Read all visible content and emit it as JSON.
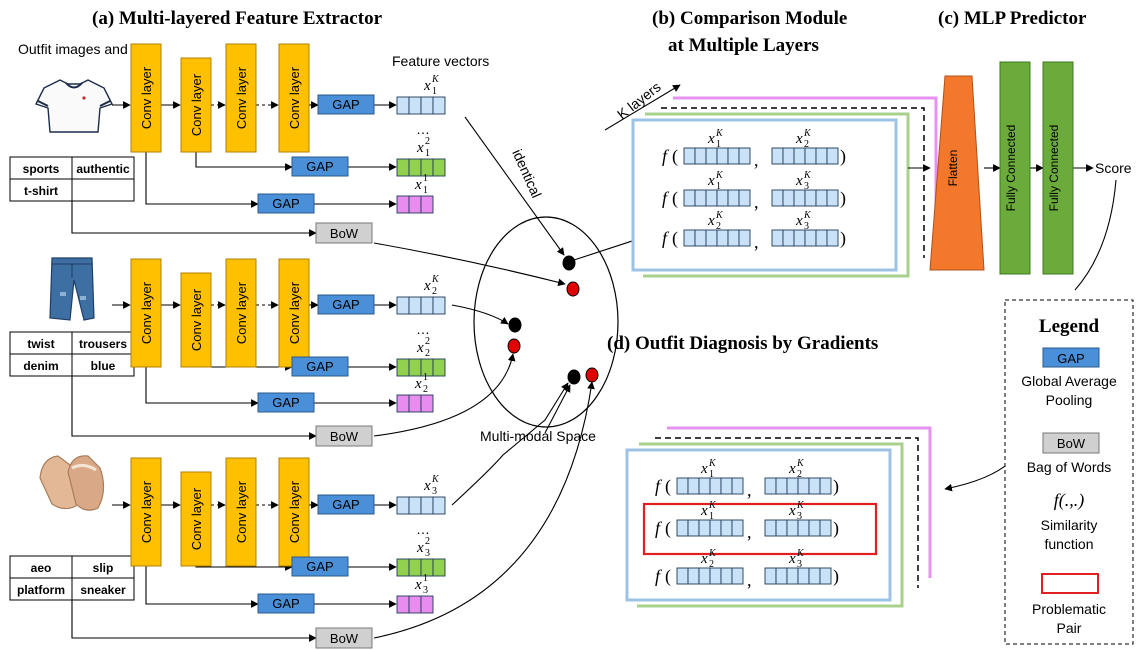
{
  "titles": {
    "a": "(a) Multi-layered Feature Extractor",
    "b_line1": "(b) Comparison Module",
    "b_line2": "at Multiple Layers",
    "c": "(c) MLP Predictor",
    "d": "(d) Outfit Diagnosis by Gradients"
  },
  "labels": {
    "outfit_images": "Outfit images and tags",
    "feature_vectors": "Feature vectors",
    "identical": "identical",
    "multimodal": "Multi-modal Space",
    "k_layers": "K layers",
    "score": "Score",
    "flatten": "Flatten",
    "fully_connected": "Fully Connected",
    "conv_layer": "Conv layer",
    "gap": "GAP",
    "bow": "BoW",
    "dots": "…"
  },
  "items": [
    {
      "tags": [
        "sports",
        "authentic",
        "t-shirt",
        ""
      ]
    },
    {
      "tags": [
        "twist",
        "trousers",
        "denim",
        "blue"
      ]
    },
    {
      "tags": [
        "aeo",
        "slip",
        "platform",
        "sneaker"
      ]
    }
  ],
  "legend": {
    "title": "Legend",
    "gap_desc": [
      "Global Average",
      "Pooling"
    ],
    "bow_desc": "Bag of Words",
    "sim_symbol": "f(.,.)",
    "sim_desc": [
      "Similarity",
      "function"
    ],
    "prob_desc": [
      "Problematic",
      "Pair"
    ]
  },
  "colors": {
    "conv": "#FFC000",
    "gap": "#4A90D9",
    "bow": "#D0D0D0",
    "vec_blue": "#C9E2F7",
    "vec_green": "#92D050",
    "vec_pink": "#E88CF0",
    "flatten": "#F4782B",
    "fc": "#6AAB3C",
    "frame_blue": "#9CC3E6",
    "frame_green": "#A9D18E",
    "frame_pink": "#E692F0",
    "problem": "#E02020",
    "dot_red": "#E00000"
  }
}
